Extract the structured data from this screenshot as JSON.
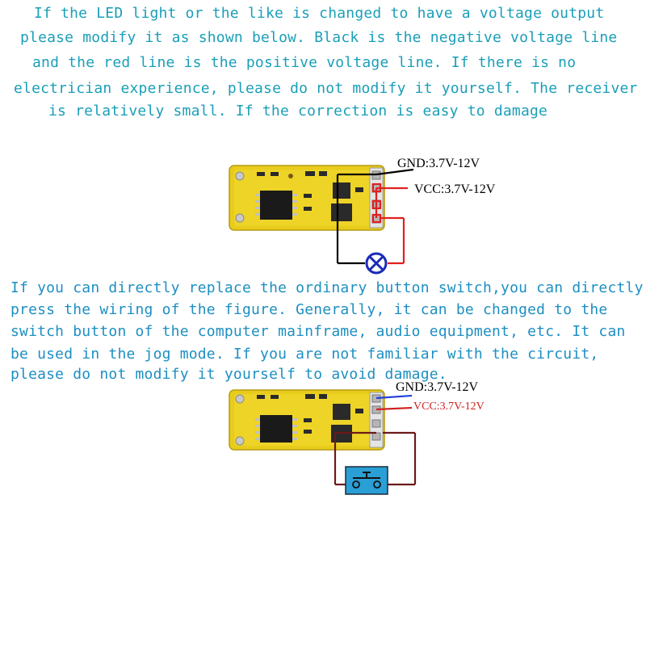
{
  "top_text": {
    "lines": [
      "If the LED light or the like is changed to have a voltage output",
      "please modify it as shown below. Black is the negative voltage line",
      "and the red line is the positive voltage line. If there is no",
      "electrician experience, please do not modify it yourself. The receiver",
      "is relatively small. If the correction is easy to damage"
    ]
  },
  "diagram1": {
    "gnd_label": "GND:3.7V-12V",
    "vcc_label": "VCC:3.7V-12V",
    "load": "lamp-icon",
    "wire_colors": {
      "negative": "#000000",
      "positive": "#e02020"
    }
  },
  "middle_text": {
    "lines": [
      "If you can directly replace the ordinary button switch,you can directly",
      "press the wiring of the figure. Generally, it can be changed to the",
      "switch button of the computer mainframe, audio equipment, etc.  It can",
      "be used in the jog mode. If you are not familiar with the circuit,",
      "please do not modify it yourself to avoid damage."
    ]
  },
  "diagram2": {
    "gnd_label": "GND:3.7V-12V",
    "vcc_label": "VCC:3.7V-12V",
    "load": "push-button-switch-icon",
    "wire_colors": {
      "negative": "#1f3fd8",
      "positive": "#d02020",
      "switch_loop": "#6b1a1a"
    }
  }
}
